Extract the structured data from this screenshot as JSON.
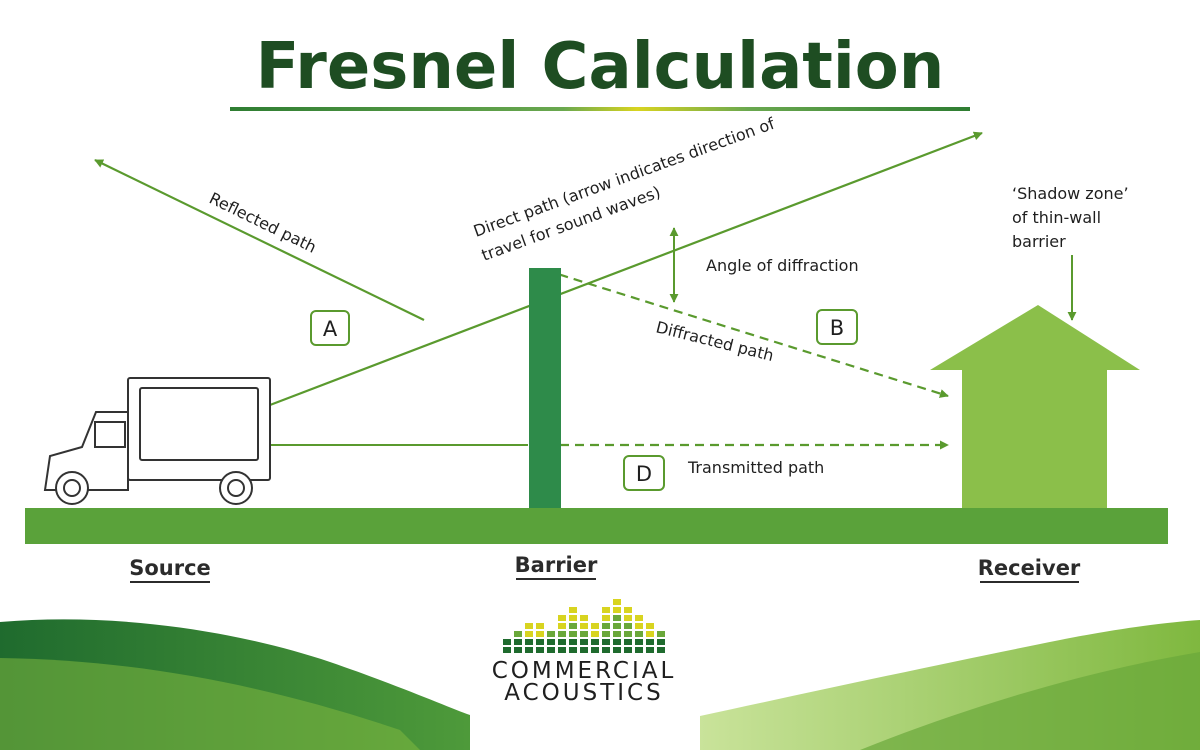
{
  "title": "Fresnel Calculation",
  "labels": {
    "reflected_path": "Reflected path",
    "direct_path_line1": "Direct path (arrow indicates direction of",
    "direct_path_line2": "travel for sound waves)",
    "angle_of_diffraction": "Angle of diffraction",
    "diffracted_path": "Diffracted path",
    "transmitted_path": "Transmitted path",
    "shadow_zone_line1": "‘Shadow zone’",
    "shadow_zone_line2": "of thin-wall",
    "shadow_zone_line3": "barrier"
  },
  "markers": {
    "a": "A",
    "b": "B",
    "d": "D"
  },
  "places": {
    "source": "Source",
    "barrier": "Barrier",
    "receiver": "Receiver"
  },
  "logo": {
    "line1": "COMMERCIAL",
    "line2": "ACOUSTICS"
  },
  "colors": {
    "title_green": "#1e4d22",
    "line_green": "#5a9a2e",
    "ground_green": "#5aa23a",
    "barrier_green": "#2e8b4a",
    "house_green": "#8bbf4a",
    "wave_dark": "#1f6b2e",
    "wave_light": "#a8d070",
    "logo_yellow": "#d8d420"
  }
}
